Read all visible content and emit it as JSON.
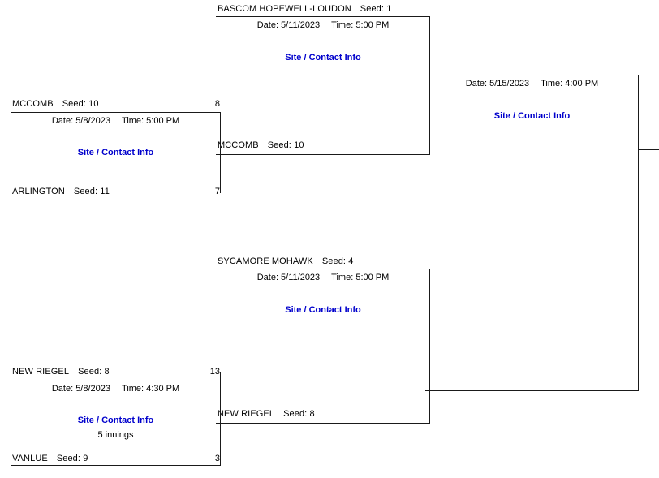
{
  "bracket": {
    "link_label": "Site / Contact Info",
    "seed_prefix": "Seed:",
    "date_prefix": "Date:",
    "time_prefix": "Time:",
    "link_color": "#0000cc",
    "line_color": "#1a1a1a"
  },
  "games": {
    "r1_upper": {
      "top_team": "MCCOMB",
      "top_seed": "Seed: 10",
      "top_score": "8",
      "bottom_team": "ARLINGTON",
      "bottom_seed": "Seed: 11",
      "bottom_score": "7",
      "date": "Date: 5/8/2023",
      "time": "Time: 5:00 PM",
      "link": "Site / Contact Info",
      "note": ""
    },
    "r1_lower": {
      "top_team": "NEW RIEGEL",
      "top_seed": "Seed: 8",
      "top_score": "13",
      "bottom_team": "VANLUE",
      "bottom_seed": "Seed: 9",
      "bottom_score": "3",
      "date": "Date: 5/8/2023",
      "time": "Time: 4:30 PM",
      "link": "Site / Contact Info",
      "note": "5 innings"
    },
    "r2_upper": {
      "top_team": "BASCOM HOPEWELL-LOUDON",
      "top_seed": "Seed: 1",
      "bottom_team": "MCCOMB",
      "bottom_seed": "Seed: 10",
      "date": "Date: 5/11/2023",
      "time": "Time: 5:00 PM",
      "link": "Site / Contact Info"
    },
    "r2_lower": {
      "top_team": "SYCAMORE MOHAWK",
      "top_seed": "Seed: 4",
      "bottom_team": "NEW RIEGEL",
      "bottom_seed": "Seed: 8",
      "date": "Date: 5/11/2023",
      "time": "Time: 5:00 PM",
      "link": "Site / Contact Info"
    },
    "r3_final": {
      "date": "Date: 5/15/2023",
      "time": "Time: 4:00 PM",
      "link": "Site / Contact Info"
    }
  }
}
